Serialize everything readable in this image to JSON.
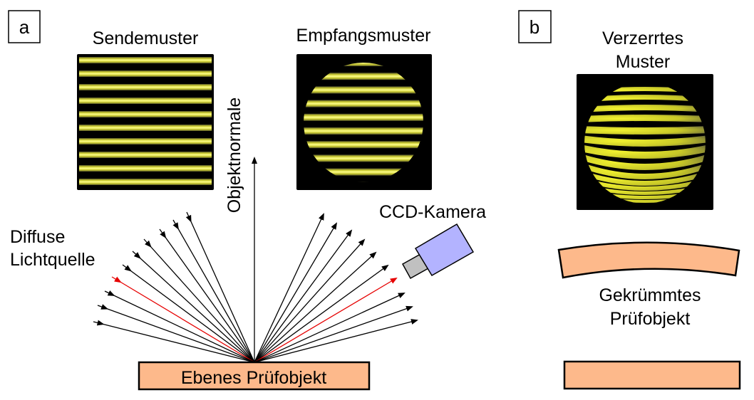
{
  "panel_a": {
    "label": "a",
    "send_pattern_title": "Sendemuster",
    "receive_pattern_title": "Empfangsmuster",
    "normal_label": "Objektnormale",
    "light_source_label_line1": "Diffuse",
    "light_source_label_line2": "Lichtquelle",
    "camera_label": "CCD-Kamera",
    "object_label": "Ebenes Prüfobjekt",
    "incident_ray_count": 10,
    "reflected_ray_count": 10,
    "highlighted_ray_index": 6
  },
  "panel_b": {
    "label": "b",
    "distorted_pattern_title_line1": "Verzerrtes",
    "distorted_pattern_title_line2": "Muster",
    "curved_object_label_line1": "Gekrümmtes",
    "curved_object_label_line2": "Prüfobjekt"
  },
  "colors": {
    "object_fill": "#fdb98b",
    "camera_body": "#b3b3ff",
    "camera_lens": "#c0c0c0",
    "highlight_ray": "#e60000",
    "ray": "#000000",
    "stripe": "#e8e83a",
    "pattern_bg": "#000000"
  }
}
